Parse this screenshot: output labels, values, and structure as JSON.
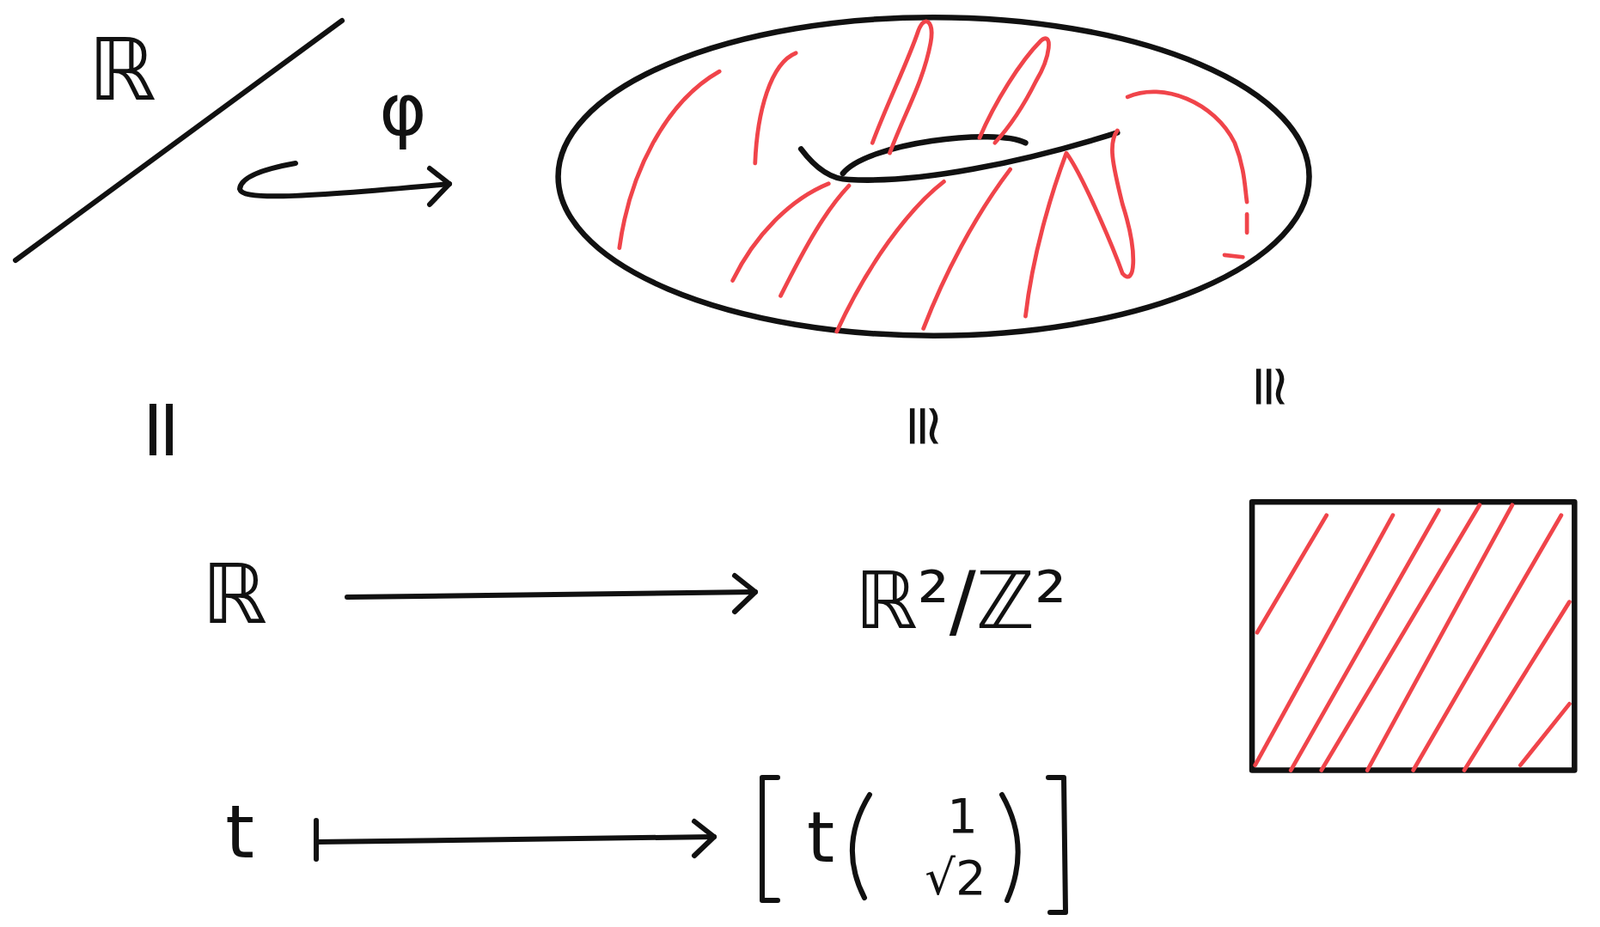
{
  "diagram": {
    "labels": [
      "ℝ",
      "φ",
      "=",
      "≅",
      "≅",
      "ℝ",
      "ℝ²/ℤ²",
      "t",
      "t",
      "1",
      "√2"
    ]
  }
}
